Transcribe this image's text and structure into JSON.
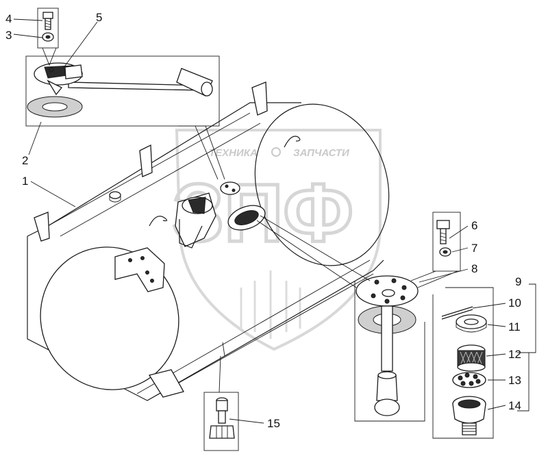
{
  "watermark": {
    "top_text_left": "ТЕХНИКА",
    "top_text_right": "ЗАПЧАСТИ",
    "big_text": "ЗПФ"
  },
  "labels": [
    {
      "id": "1",
      "text": "1"
    },
    {
      "id": "2",
      "text": "2"
    },
    {
      "id": "3",
      "text": "3"
    },
    {
      "id": "4",
      "text": "4"
    },
    {
      "id": "5",
      "text": "5"
    },
    {
      "id": "6",
      "text": "6"
    },
    {
      "id": "7",
      "text": "7"
    },
    {
      "id": "8",
      "text": "8"
    },
    {
      "id": "9",
      "text": "9"
    },
    {
      "id": "10",
      "text": "10"
    },
    {
      "id": "11",
      "text": "11"
    },
    {
      "id": "12",
      "text": "12"
    },
    {
      "id": "13",
      "text": "13"
    },
    {
      "id": "14",
      "text": "14"
    },
    {
      "id": "15",
      "text": "15"
    }
  ]
}
